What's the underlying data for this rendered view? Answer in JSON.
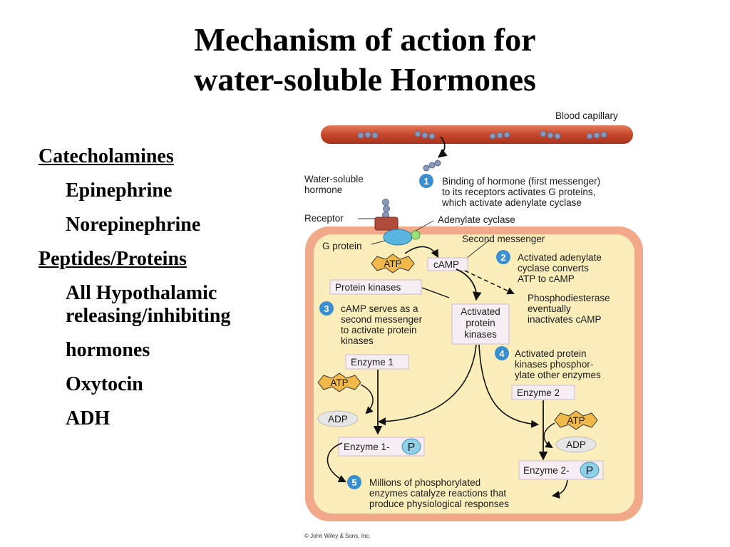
{
  "title": {
    "line1": "Mechanism of action for",
    "line2": "water-soluble Hormones"
  },
  "bullets": [
    {
      "text": "Catecholamines",
      "level": 0
    },
    {
      "text": "Epinephrine",
      "level": 1
    },
    {
      "text": "Norepinephrine",
      "level": 1
    },
    {
      "text": "Peptides/Proteins",
      "level": 0
    },
    {
      "text": "All Hypothalamic releasing/inhibiting",
      "level": 1
    },
    {
      "text": "hormones",
      "level": 1
    },
    {
      "text": "Oxytocin",
      "level": 1
    },
    {
      "text": "ADH",
      "level": 1
    }
  ],
  "diagram": {
    "blood_capillary": "Blood capillary",
    "water_soluble_hormone": [
      "Water-soluble",
      "hormone"
    ],
    "receptor": "Receptor",
    "adenylate_cyclase": "Adenylate cyclase",
    "g_protein": "G protein",
    "second_messenger": "Second messenger",
    "atp": "ATP",
    "camp": "cAMP",
    "adp": "ADP",
    "protein_kinases": "Protein kinases",
    "activated_protein_kinases": [
      "Activated",
      "protein",
      "kinases"
    ],
    "phosphodiesterase": [
      "Phosphodiesterase",
      "eventually",
      "inactivates cAMP"
    ],
    "enzyme1": "Enzyme 1",
    "enzyme2": "Enzyme 2",
    "enzyme1p": "Enzyme 1-",
    "enzyme2p": "Enzyme 2-",
    "p": "P",
    "steps": [
      {
        "num": "1",
        "lines": [
          "Binding of hormone (first messenger)",
          "to its receptors activates G proteins,",
          "which activate adenylate cyclase"
        ]
      },
      {
        "num": "2",
        "lines": [
          "Activated adenylate",
          "cyclase converts",
          "ATP to cAMP"
        ]
      },
      {
        "num": "3",
        "lines": [
          "cAMP serves as a",
          "second messenger",
          "to activate protein",
          "kinases"
        ]
      },
      {
        "num": "4",
        "lines": [
          "Activated protein",
          "kinases phosphor-",
          "ylate other enzymes"
        ]
      },
      {
        "num": "5",
        "lines": [
          "Millions of phosphorylated",
          "enzymes catalyze reactions that",
          "produce physiological responses"
        ]
      }
    ],
    "copyright": "© John Wiley & Sons, Inc."
  }
}
